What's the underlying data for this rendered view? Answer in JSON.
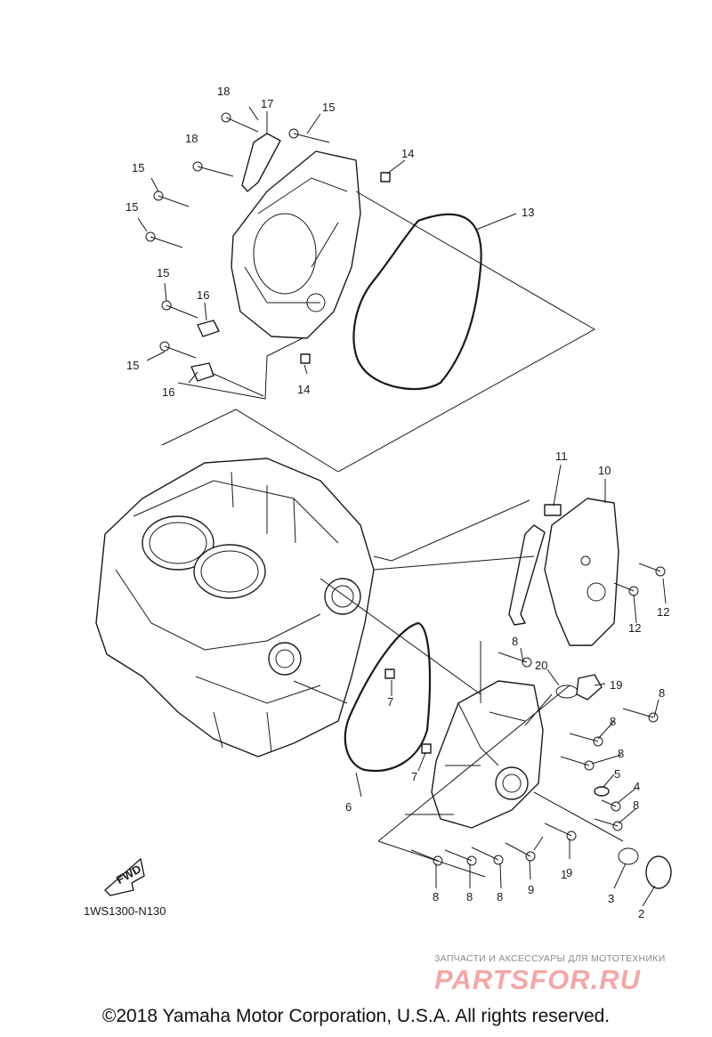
{
  "diagram": {
    "drawing_code": "1WS1300-N130",
    "direction_label": "FWD",
    "callouts": [
      {
        "id": "c18a",
        "label": "18"
      },
      {
        "id": "c17",
        "label": "17"
      },
      {
        "id": "c15a",
        "label": "15"
      },
      {
        "id": "c18b",
        "label": "18"
      },
      {
        "id": "c14a",
        "label": "14"
      },
      {
        "id": "c15b",
        "label": "15"
      },
      {
        "id": "c13",
        "label": "13"
      },
      {
        "id": "c15c",
        "label": "15"
      },
      {
        "id": "c15d",
        "label": "15"
      },
      {
        "id": "c16a",
        "label": "16"
      },
      {
        "id": "c15e",
        "label": "15"
      },
      {
        "id": "c14b",
        "label": "14"
      },
      {
        "id": "c16b",
        "label": "16"
      },
      {
        "id": "c11",
        "label": "11"
      },
      {
        "id": "c10",
        "label": "10"
      },
      {
        "id": "c12a",
        "label": "12"
      },
      {
        "id": "c12b",
        "label": "12"
      },
      {
        "id": "c8a",
        "label": "8"
      },
      {
        "id": "c20",
        "label": "20"
      },
      {
        "id": "c19",
        "label": "19"
      },
      {
        "id": "c8b",
        "label": "8"
      },
      {
        "id": "c7a",
        "label": "7"
      },
      {
        "id": "c8c",
        "label": "8"
      },
      {
        "id": "c8d",
        "label": "8"
      },
      {
        "id": "c7b",
        "label": "7"
      },
      {
        "id": "c5",
        "label": "5"
      },
      {
        "id": "c4",
        "label": "4"
      },
      {
        "id": "c6",
        "label": "6"
      },
      {
        "id": "c8e",
        "label": "8"
      },
      {
        "id": "c9a",
        "label": "9"
      },
      {
        "id": "c1",
        "label": "1"
      },
      {
        "id": "c9b",
        "label": "9"
      },
      {
        "id": "c3",
        "label": "3"
      },
      {
        "id": "c2",
        "label": "2"
      },
      {
        "id": "c8f",
        "label": "8"
      },
      {
        "id": "c8g",
        "label": "8"
      },
      {
        "id": "c8h",
        "label": "8"
      }
    ]
  },
  "watermark": {
    "tagline": "ЗАПЧАСТИ И АКСЕССУАРЫ ДЛЯ МОТОТЕХНИКИ",
    "logo": "PARTSFOR.RU"
  },
  "footer": {
    "copyright": "©2018 Yamaha Motor Corporation, U.S.A. All rights reserved."
  }
}
